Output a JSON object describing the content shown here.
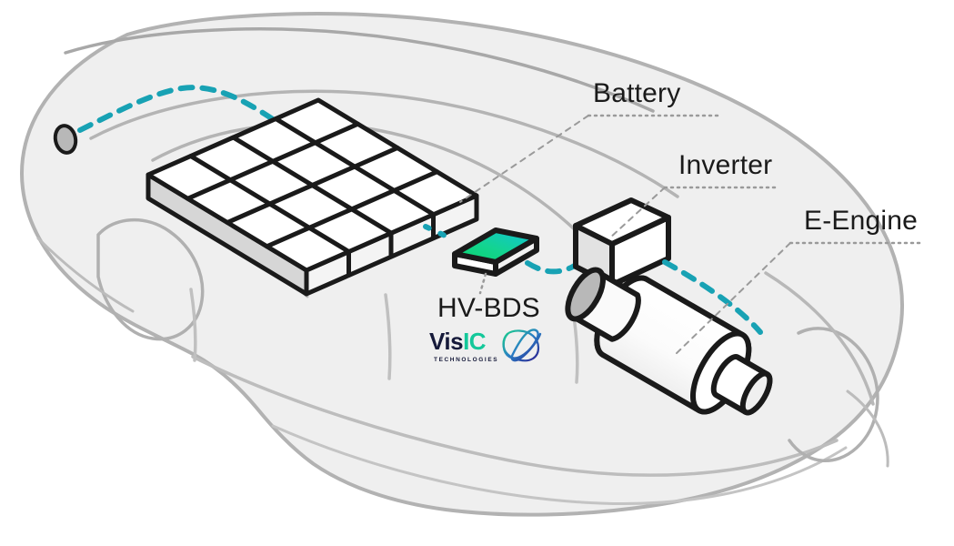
{
  "diagram": {
    "title": "Electric vehicle powertrain layout",
    "subject": "EV car cutaway with high voltage components"
  },
  "labels": {
    "battery": "Battery",
    "inverter": "Inverter",
    "e_engine": "E-Engine",
    "hv_bds": "HV-BDS"
  },
  "logo": {
    "part1": "Vis",
    "part2": "IC",
    "tagline": "TECHNOLOGIES",
    "mark": "infinity-mark"
  },
  "components": [
    {
      "id": "charge-port",
      "name": "charging-port",
      "label": ""
    },
    {
      "id": "battery-pack",
      "name": "battery-pack",
      "label": "Battery",
      "cells_rows": 4,
      "cells_cols": 4
    },
    {
      "id": "hv-bds-chip",
      "name": "hv-bds-chip",
      "label": "HV-BDS"
    },
    {
      "id": "inverter-box",
      "name": "inverter-box",
      "label": "Inverter"
    },
    {
      "id": "e-engine-motor",
      "name": "e-engine-motor",
      "label": "E-Engine"
    }
  ],
  "connections": [
    {
      "from": "charge-port",
      "to": "battery-pack",
      "style": "dashed",
      "color": "#18a2b4"
    },
    {
      "from": "battery-pack",
      "to": "hv-bds-chip",
      "style": "dashed",
      "color": "#18a2b4"
    },
    {
      "from": "hv-bds-chip",
      "to": "inverter-box",
      "style": "dashed",
      "color": "#18a2b4"
    },
    {
      "from": "inverter-box",
      "to": "e-engine-motor",
      "style": "dashed",
      "color": "#18a2b4"
    }
  ],
  "colors": {
    "accent_teal": "#18a2b4",
    "chip_green": "#10d67a",
    "chip_cyan": "#11c4d6",
    "car_body_fill": "#efefef",
    "car_outline": "#a8a8a8",
    "component_outline": "#1a1a1a",
    "component_fill": "#ffffff",
    "component_shade": "#d8d8d8",
    "leader_line": "#9a9a9a",
    "label_text": "#1a1a1a",
    "logo_navy": "#161a3a",
    "logo_teal": "#14c89a",
    "background": "#ffffff"
  }
}
